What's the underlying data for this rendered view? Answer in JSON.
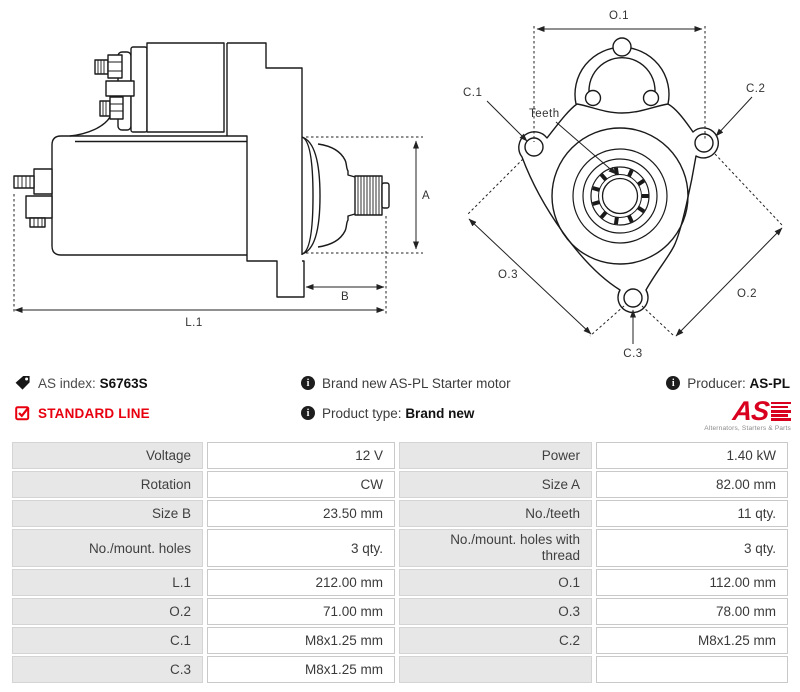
{
  "diagram": {
    "side_view": {
      "name": "starter-motor-side-view",
      "dim_a": "A",
      "dim_b": "B",
      "dim_l1": "L.1"
    },
    "front_view": {
      "name": "starter-motor-front-view",
      "dim_o1": "O.1",
      "dim_o2": "O.2",
      "dim_o3": "O.3",
      "dim_c1": "C.1",
      "dim_c2": "C.2",
      "dim_c3": "C.3",
      "teeth_label": "Teeth"
    }
  },
  "info": {
    "as_index_label": "AS index:",
    "as_index_value": "S6763S",
    "standard_line": "STANDARD LINE",
    "description": "Brand new AS-PL Starter motor",
    "product_type_label": "Product type:",
    "product_type_value": "Brand new",
    "producer_label": "Producer:",
    "producer_value": "AS-PL",
    "info_icon_glyph": "i",
    "logo_text": "AS",
    "logo_tagline": "Alternators, Starters & Parts"
  },
  "colors": {
    "accent_red": "#e8000f",
    "logo_red": "#d8001e",
    "table_label_bg": "#e7e7e7",
    "table_border": "#c9c9c9",
    "line_art": "#1a1a1a"
  },
  "table": {
    "rows": [
      {
        "c": [
          {
            "label": "Voltage",
            "value": "12 V"
          },
          {
            "label": "Power",
            "value": "1.40 kW"
          }
        ]
      },
      {
        "c": [
          {
            "label": "Rotation",
            "value": "CW"
          },
          {
            "label": "Size A",
            "value": "82.00 mm"
          }
        ]
      },
      {
        "c": [
          {
            "label": "Size B",
            "value": "23.50 mm"
          },
          {
            "label": "No./teeth",
            "value": "11 qty."
          }
        ]
      },
      {
        "c": [
          {
            "label": "No./mount. holes",
            "value": "3 qty."
          },
          {
            "label": "No./mount. holes with thread",
            "value": "3 qty."
          }
        ]
      },
      {
        "c": [
          {
            "label": "L.1",
            "value": "212.00 mm"
          },
          {
            "label": "O.1",
            "value": "112.00 mm"
          }
        ]
      },
      {
        "c": [
          {
            "label": "O.2",
            "value": "71.00 mm"
          },
          {
            "label": "O.3",
            "value": "78.00 mm"
          }
        ]
      },
      {
        "c": [
          {
            "label": "C.1",
            "value": "M8x1.25 mm"
          },
          {
            "label": "C.2",
            "value": "M8x1.25 mm"
          }
        ]
      },
      {
        "c": [
          {
            "label": "C.3",
            "value": "M8x1.25 mm"
          },
          {
            "label": "",
            "value": ""
          }
        ]
      }
    ]
  }
}
